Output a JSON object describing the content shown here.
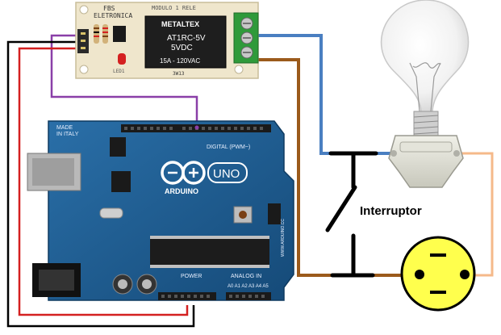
{
  "relay_module": {
    "brand_line1": "FBS",
    "brand_line2": "ELETRONICA",
    "module_title": "MODULO 1 RELE",
    "relay_brand": "METALTEX",
    "relay_model": "AT1RC-5V",
    "relay_voltage": "5VDC",
    "relay_rating": "15A - 120VAC",
    "led_label": "LED1",
    "relay_code": "3W13"
  },
  "arduino": {
    "made_in_line1": "MADE",
    "made_in_line2": "IN ITALY",
    "brand": "ARDUINO",
    "model": "UNO",
    "digital_label": "DIGITAL (PWM~)",
    "analog_label": "ANALOG IN",
    "power_label": "POWER",
    "analog_pins": "A0 A1 A2 A3 A4 A5",
    "site": "WWW.ARDUINO.CC"
  },
  "circuit": {
    "switch_label": "Interruptor"
  },
  "colors": {
    "wire_blue": "#4a7fc1",
    "wire_brown": "#9b5a1b",
    "wire_purple": "#8a3fa8",
    "wire_red": "#d42020",
    "wire_black": "#000000",
    "wire_peach": "#f5b98a",
    "socket_yellow": "#ffff4d",
    "arduino_blue": "#1c5d92"
  }
}
